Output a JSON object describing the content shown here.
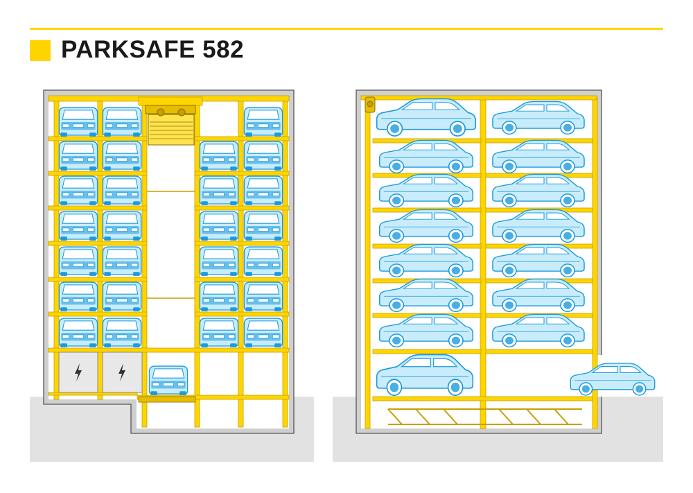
{
  "header": {
    "title": "PARKSAFE 582"
  },
  "colors": {
    "accent_yellow": "#ffd500",
    "steel_dark": "#c79f00",
    "car_blue": "#1a9ae0",
    "car_fill": "#c9ecfb",
    "wall_gray": "#c9c9c9",
    "ground_gray": "#e2e2e2",
    "outline": "#666666"
  },
  "icons": {
    "power": "lightning-bolt-icon",
    "lift": "lift-carriage-icon",
    "car_top": "car-top-view-icon",
    "car_side": "car-side-view-icon"
  },
  "diagrams": [
    {
      "id": "front-section",
      "view": "front-view-tower-section",
      "levels": 7,
      "columns": 4
    },
    {
      "id": "side-section",
      "view": "side-view-tower-section",
      "levels": 8,
      "columns": 2
    }
  ]
}
